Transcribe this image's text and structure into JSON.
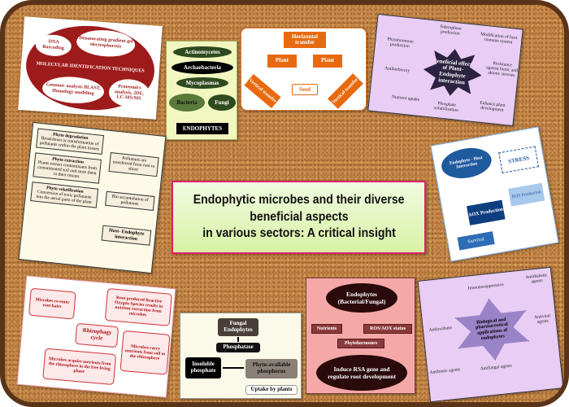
{
  "title": {
    "line1": "Endophytic microbes and their diverse",
    "line2": "beneficial aspects",
    "line3": "in various sectors: A critical insight"
  },
  "molecular": {
    "center": "MOLECULAR IDENTIFICATION TECHNIQUES",
    "items": [
      "DNA Barcoding",
      "Denaturating gradient gel electrophoresis",
      "Proteomics analysis, 2DE, LC-MS/MS",
      "Genomic analysis BLAST, Homology modeling"
    ]
  },
  "endophyte_types": {
    "items": [
      "Actinomycetes",
      "Archaebacteria",
      "Mycoplasmas",
      "Bacteria",
      "Fungi"
    ],
    "root": "ENDOPHYTES"
  },
  "transfer": {
    "horizontal": "Horizontal transfer",
    "plant_left": "Plant",
    "plant_right": "Plant",
    "seed": "Seed",
    "vertical_left": "Vertical transfer",
    "vertical_right": "Vertical transfer"
  },
  "effects": {
    "center": "Beneficial effects of Plant-Endophyte interaction",
    "items": [
      "Siderophore production",
      "Modification of host immune system",
      "Phytohormone production",
      "Resistance against biotic and abiotic stresses",
      "Antiherbivory",
      "Nutrient uptake",
      "Phosphate solubilization",
      "Enhance plant development"
    ]
  },
  "phyto": {
    "items": [
      {
        "title": "Phyto degradation",
        "text": "Breakdown or transformation of pollutants within the plant tissues"
      },
      {
        "title": "Phyto extraction",
        "text": "Plants extract contaminants from contaminated soil and store them in their tissues"
      },
      {
        "title": "Phyto volatilization",
        "text": "Conversion of toxic pollutants into the aerial parts of the plant"
      }
    ],
    "transfer": "Pollutants are transferred from root to shoot",
    "accumulation": "Bio accumulation of pollutants",
    "interaction": "Host- Endophyte interaction"
  },
  "stress": {
    "interaction": "Endophyte - Host Interaction",
    "aox": "AOX Production",
    "ros": "ROS Production",
    "survival": "Survival",
    "stress": "STRESS"
  },
  "rhizophagy": {
    "center": "Rhizophagy cycle",
    "items": [
      "Root produced Reactive Oxygen Species results in nutrient extraction from microbes",
      "Microbes carry nutrients from soil to the rhizosphere",
      "Microbes acquire nutrients from the rhizosphere in the free living phase",
      "Microbes re-enter root hairs"
    ]
  },
  "phosphate": {
    "fungal": "Fungal Endophytes",
    "enzyme": "Phosphatase",
    "insoluble": "Insoluble phosphate",
    "available": "Phyto-available phosphorus",
    "uptake": "Uptake by plants"
  },
  "rsa": {
    "top": "Endophytes (Bacterial/Fungal)",
    "nutrients": "Nutrients",
    "ros": "ROS/AOX status",
    "hormones": "Phytohormones",
    "bottom": "Induce RSA gene and regulate root development"
  },
  "bio": {
    "center": "Biological and pharmaceutical applications of endophytes",
    "items": [
      "Immunosuppressive",
      "Antidiabetic agents",
      "Antioxidants",
      "Antiviral agents",
      "Antibiotic agents",
      "Antifungal agents"
    ]
  }
}
